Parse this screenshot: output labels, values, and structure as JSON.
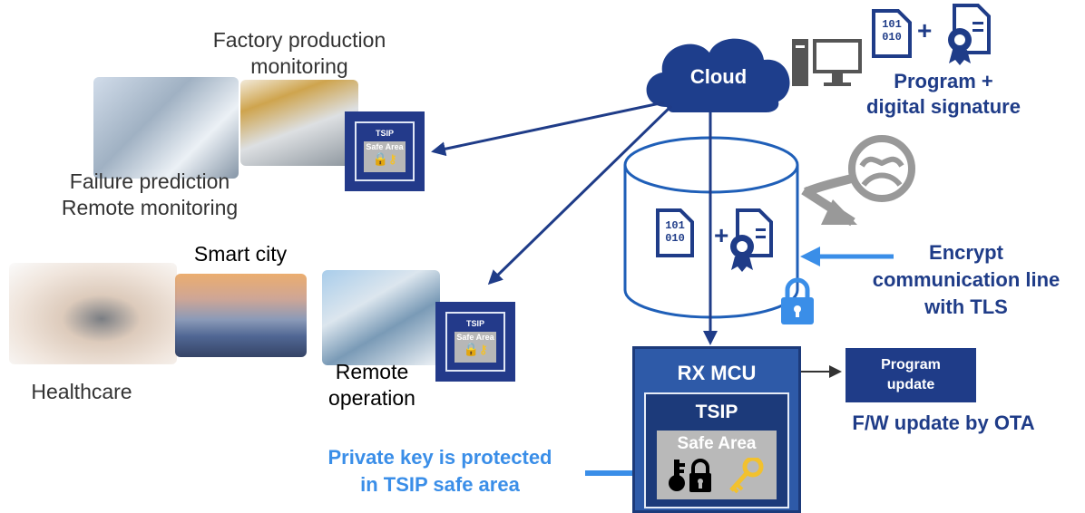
{
  "labels": {
    "factory": [
      "Factory production",
      "monitoring"
    ],
    "failure": [
      "Failure prediction",
      "Remote monitoring"
    ],
    "smart_city": "Smart city",
    "healthcare": "Healthcare",
    "remote_op": [
      "Remote",
      "operation"
    ],
    "cloud": "Cloud",
    "program_sig": [
      "Program +",
      "digital signature"
    ],
    "encrypt": [
      "Encrypt",
      "communication line",
      "with TLS"
    ],
    "rx_mcu": "RX MCU",
    "tsip": "TSIP",
    "safe_area": "Safe Area",
    "program_update": [
      "Program",
      "update"
    ],
    "fw_update": "F/W update by OTA",
    "private_key": [
      "Private key is protected",
      "in TSIP safe area"
    ],
    "chip_tsip": "TSIP",
    "chip_safe_area": "Safe Area",
    "binary_code": [
      "101",
      "010"
    ],
    "plus": "+"
  },
  "colors": {
    "dark_blue": "#1f3c88",
    "light_blue": "#3a8ee8",
    "cloud_fill": "#1e3e8c",
    "gray": "#9a9a9a",
    "key_yellow": "#f2c12e"
  },
  "icons": [
    "cloud-icon",
    "computer-icon",
    "binary-file-icon",
    "certificate-icon",
    "padlock-icon",
    "hacker-icon",
    "key-icon"
  ]
}
